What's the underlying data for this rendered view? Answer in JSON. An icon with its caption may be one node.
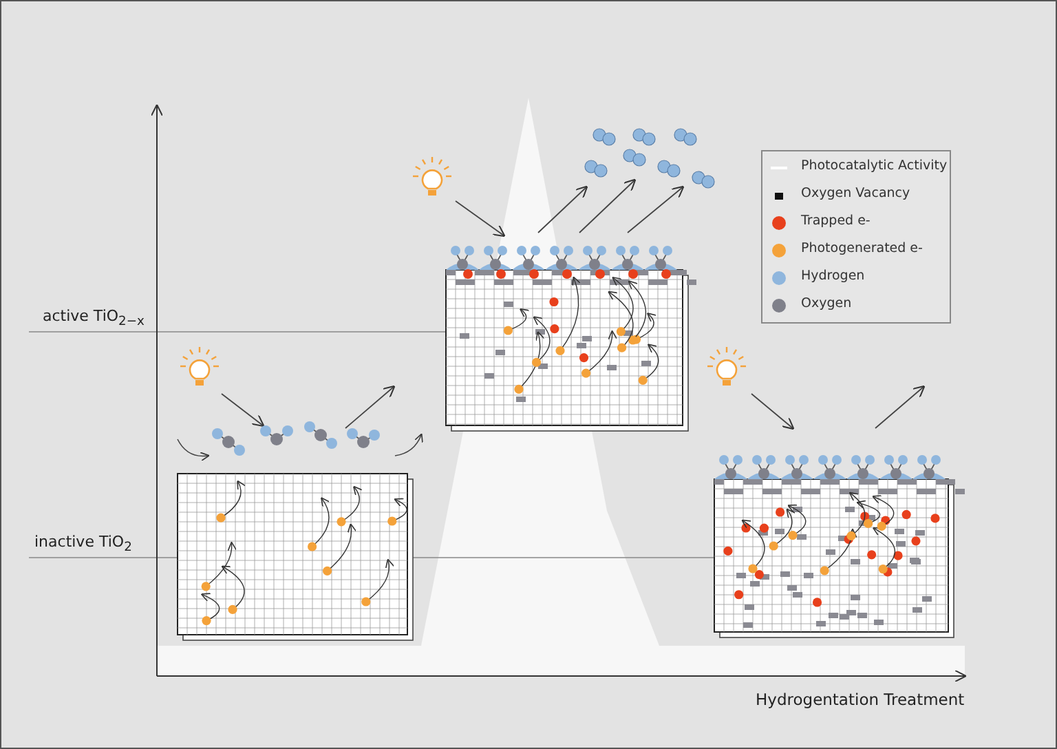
{
  "diagram": {
    "labels": [
      "active TiO$_{2−x}$",
      "inactive TiO$_{2}$",
      "Hydrogentation Treatment"
    ],
    "legend": [
      {
        "text": "Photocatalytic Activity"
      },
      {
        "text": "Oxygen Vacancy",
        "color": "#111111"
      },
      {
        "text": "Trapped e-",
        "color": "#e8401c"
      },
      {
        "text": "Photogenerated e-",
        "color": "#f4a23a"
      },
      {
        "text": "Hydrogen",
        "color": "#8fb6dd"
      },
      {
        "text": "Oxygen",
        "color": "#7f808a"
      }
    ]
  }
}
